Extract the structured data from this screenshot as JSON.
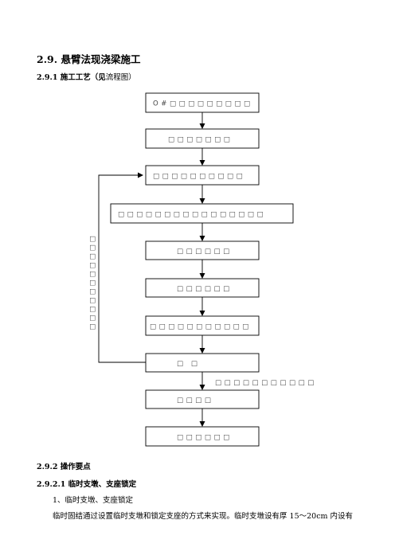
{
  "document": {
    "section_title": "2.9.  悬臂法现浇梁施工",
    "subsection_title": "2.9.1 施工工艺（见",
    "subsection_title_tail": "流程图）",
    "operation_title": "2.9.2 操作要点",
    "subsubsection_title": "2.9.2.1 临时支墩、支座锁定",
    "list_item_1": "1、临时支墩、支座锁定",
    "paragraph_1": "临时固结通过设置临时支墩和锁定支座的方式来实现。临时支墩设有厚 15～20cm 内设有"
  },
  "flowchart": {
    "boxes": [
      {
        "id": "box-1",
        "text": "O#□□□□□□□□□"
      },
      {
        "id": "box-2",
        "text": "□□□□□□□"
      },
      {
        "id": "box-3",
        "text": "□□□□□□□□□□"
      },
      {
        "id": "box-4",
        "text": "□□□□□□□□□□□□□□□□"
      },
      {
        "id": "box-5",
        "text": "□□□□□□"
      },
      {
        "id": "box-6",
        "text": "□□□□□□"
      },
      {
        "id": "box-7",
        "text": "□□□□□□□□□□□"
      },
      {
        "id": "box-8",
        "text": "□    □"
      },
      {
        "id": "box-9",
        "text": "□□□□"
      },
      {
        "id": "box-10",
        "text": "□□□□□□"
      }
    ],
    "loop_label": "□□□□□□□□□□□",
    "side_label": "□□□□□□□□□□□"
  }
}
